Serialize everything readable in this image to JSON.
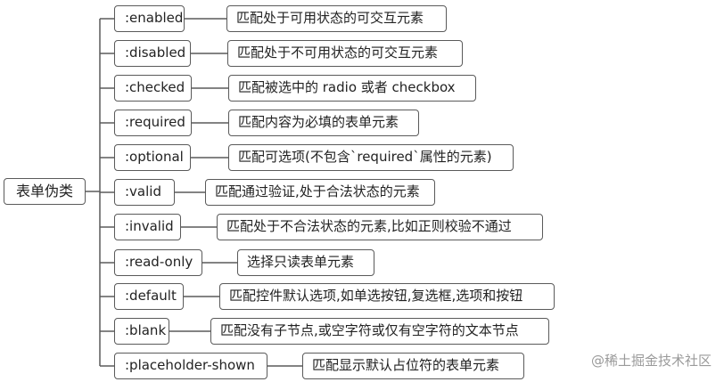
{
  "root": "表单伪类",
  "items": [
    {
      "selector": ":enabled",
      "desc": "匹配处于可用状态的可交互元素"
    },
    {
      "selector": ":disabled",
      "desc": "匹配处于不可用状态的可交互元素"
    },
    {
      "selector": ":checked",
      "desc": "匹配被选中的 radio 或者 checkbox"
    },
    {
      "selector": ":required",
      "desc": "匹配内容为必填的表单元素"
    },
    {
      "selector": ":optional",
      "desc": "匹配可选项(不包含`required`属性的元素)"
    },
    {
      "selector": ":valid",
      "desc": "匹配通过验证,处于合法状态的元素"
    },
    {
      "selector": ":invalid",
      "desc": "匹配处于不合法状态的元素,比如正则校验不通过"
    },
    {
      "selector": ":read-only",
      "desc": "选择只读表单元素"
    },
    {
      "selector": ":default",
      "desc": "匹配控件默认选项,如单选按钮,复选框,选项和按钮"
    },
    {
      "selector": ":blank",
      "desc": "匹配没有子节点,或空字符或仅有空字符的文本节点"
    },
    {
      "selector": ":placeholder-shown",
      "desc": "匹配显示默认占位符的表单元素"
    }
  ],
  "watermark": "@稀土掘金技术社区"
}
